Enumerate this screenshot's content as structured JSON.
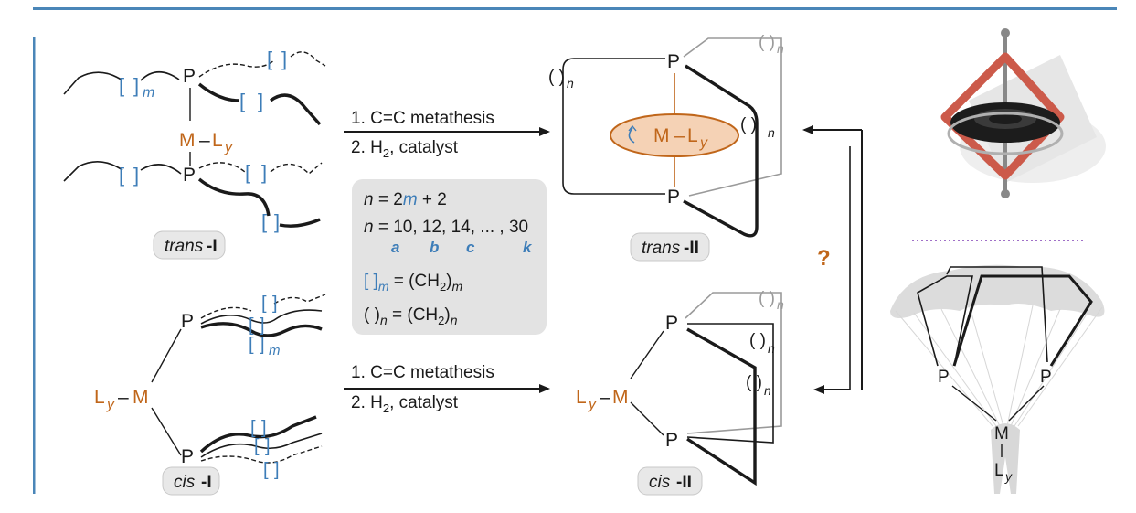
{
  "palette": {
    "rule": "#4a86b8",
    "metal": "#c0661a",
    "blue": "#3d7db8",
    "grey_box": "#e3e3e3",
    "divider": "#a070c8",
    "gyro_frame": "#cc5a4a",
    "gyro_ring": "#1c1c1c"
  },
  "atoms": {
    "P": "P",
    "M": "M",
    "L": "L",
    "y": "y",
    "dash": "–"
  },
  "brackets": {
    "square": "[ ]",
    "sq_l": "[",
    "sq_r": "]",
    "round": "( )",
    "m": "m",
    "n": "n"
  },
  "reaction": {
    "step1": "1. C=C metathesis",
    "step2_a": "2. H",
    "step2_sub": "2",
    "step2_b": ", catalyst"
  },
  "info_box": {
    "eq1_n": "n",
    "eq1_eq": " = 2",
    "eq1_m": "m",
    "eq1_rest": " + 2",
    "eq2_n": "n",
    "eq2_rest": " = 10, 12, 14, ... , 30",
    "letters": [
      "a",
      "b",
      "c",
      "k"
    ],
    "def_eq": " = (CH",
    "def_sub": "2",
    "def_close": ")"
  },
  "labels": {
    "trans_I": "trans",
    "trans_I_num": "-I",
    "cis_I": "cis",
    "cis_I_num": "-I",
    "trans_II": "trans",
    "trans_II_num": "-II",
    "cis_II": "cis",
    "cis_II_num": "-II"
  },
  "question": "?"
}
